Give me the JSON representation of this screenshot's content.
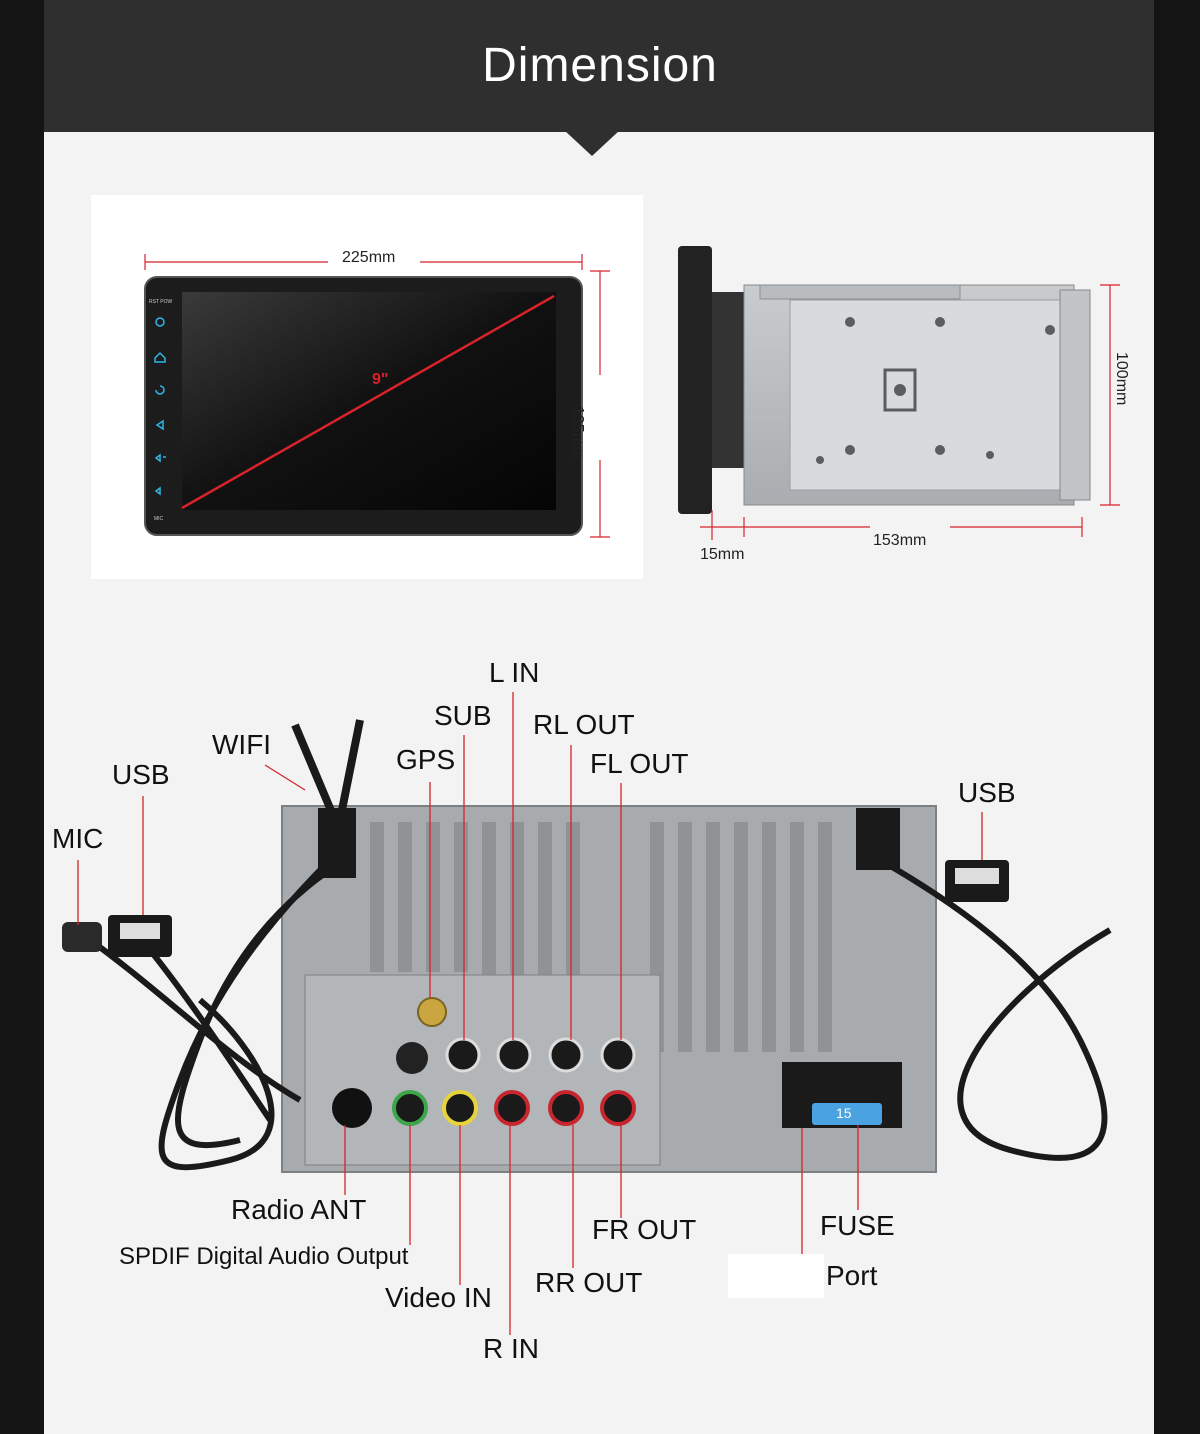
{
  "header": {
    "title": "Dimension"
  },
  "dimensions": {
    "width": "225mm",
    "height": "135mm",
    "diagonal": "9\"",
    "depth_front": "15mm",
    "depth_body": "153mm",
    "body_height": "100mm"
  },
  "screen_icons": {
    "top_label": "RST POW",
    "bottom_label": "MIC"
  },
  "labels": {
    "l_in": "L IN",
    "sub": "SUB",
    "rl_out": "RL OUT",
    "wifi": "WIFI",
    "gps": "GPS",
    "fl_out": "FL OUT",
    "usb_left": "USB",
    "usb_right": "USB",
    "mic": "MIC",
    "radio_ant": "Radio ANT",
    "spdif": "SPDIF Digital Audio Output",
    "video_in": "Video IN",
    "r_in": "R IN",
    "fr_out": "FR OUT",
    "rr_out": "RR OUT",
    "fuse": "FUSE",
    "port": "Port"
  },
  "fuse_value": "15",
  "colors": {
    "header_bg": "#2f2f2f",
    "leader_line": "#d8232a",
    "dimension_line": "#d8232a"
  }
}
